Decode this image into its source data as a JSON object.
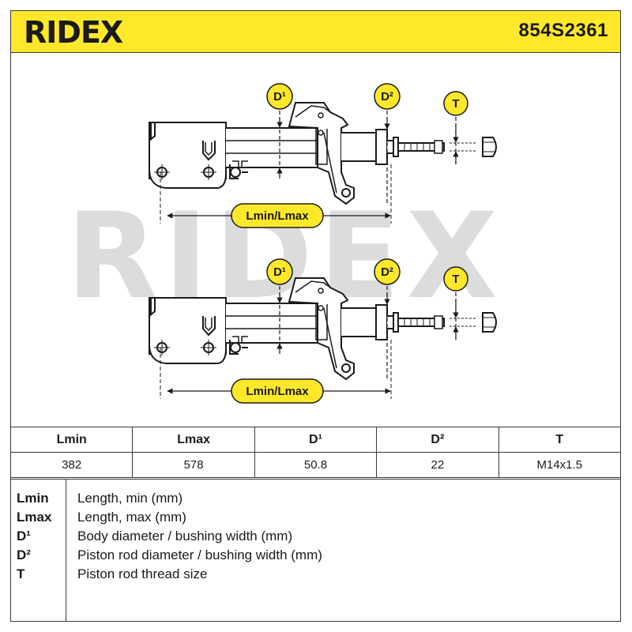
{
  "header": {
    "brand": "RIDEX",
    "part_number": "854S2361",
    "background_color": "#ffe829"
  },
  "diagram": {
    "watermark": "RIDEX",
    "dimension_labels": {
      "d1": "D¹",
      "d2": "D²",
      "t": "T",
      "length": "Lmin/Lmax"
    },
    "badge_color": "#ffe829"
  },
  "spec_table": {
    "headers": [
      "Lmin",
      "Lmax",
      "D¹",
      "D²",
      "T"
    ],
    "values": [
      "382",
      "578",
      "50.8",
      "22",
      "M14x1.5"
    ]
  },
  "legend": [
    {
      "key": "Lmin",
      "description": "Length, min (mm)"
    },
    {
      "key": "Lmax",
      "description": "Length, max (mm)"
    },
    {
      "key": "D¹",
      "description": "Body diameter / bushing width (mm)"
    },
    {
      "key": "D²",
      "description": "Piston rod diameter / bushing width (mm)"
    },
    {
      "key": "T",
      "description": "Piston rod thread size"
    }
  ]
}
